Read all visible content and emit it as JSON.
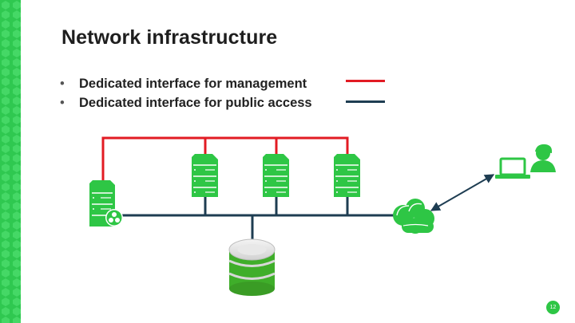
{
  "slide": {
    "title": "Network infrastructure",
    "bullets": [
      {
        "marker": "•",
        "text": "Dedicated interface for management"
      },
      {
        "marker": "•",
        "text": "Dedicated interface for public access"
      }
    ],
    "page_number": "12"
  },
  "colors": {
    "management_line": "#e21b23",
    "public_line": "#1e3d52",
    "accent_green": "#2ec645",
    "side_pattern": "#34d05a"
  },
  "icons": [
    "server-icon",
    "gateway-server-icon",
    "storage-icon",
    "cloud-icon",
    "user-laptop-icon"
  ]
}
